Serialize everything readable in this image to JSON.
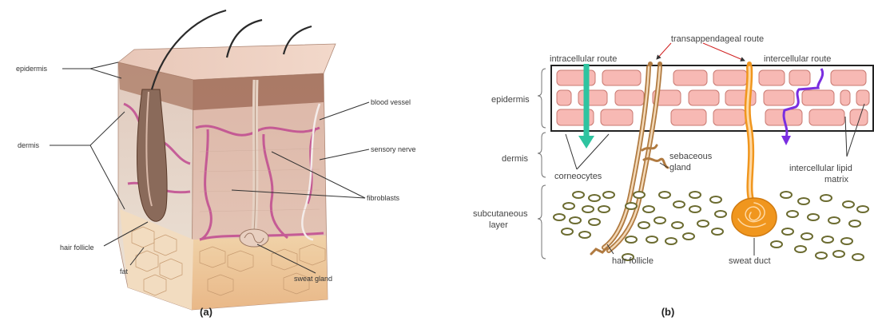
{
  "panel_a": {
    "caption": "(a)",
    "labels": {
      "epidermis": "epidermis",
      "dermis": "dermis",
      "hair_follicle": "hair follicle",
      "fat": "fat",
      "blood_vessel": "blood vessel",
      "sensory_nerve": "sensory nerve",
      "fibroblasts": "fibroblasts",
      "sweat_gland": "sweat gland"
    }
  },
  "panel_b": {
    "caption": "(b)",
    "labels": {
      "transappendageal_route": "transappendageal route",
      "intracellular_route": "intracellular route",
      "intercellular_route": "intercellular route",
      "epidermis": "epidermis",
      "dermis": "dermis",
      "subcutaneous_line1": "subcutaneous",
      "subcutaneous_line2": "layer",
      "corneocytes": "corneocytes",
      "sebaceous_line1": "sebaceous",
      "sebaceous_line2": "gland",
      "lipid_line1": "intercellular lipid",
      "lipid_line2": "matrix",
      "hair_follicle": "hair follicle",
      "sweat_duct": "sweat duct"
    }
  },
  "colors": {
    "corneocyte_fill": "#f7b9b4",
    "intracellular_arrow": "#2ec4a0",
    "intercellular_arrow": "#7a2ee0",
    "sweat_duct": "#f0961e",
    "hair_follicle": "#b07a40",
    "fat_cell": "#b0b060",
    "skin_dermis": "#e3c3b4",
    "blood_vessel": "#c04a90"
  }
}
